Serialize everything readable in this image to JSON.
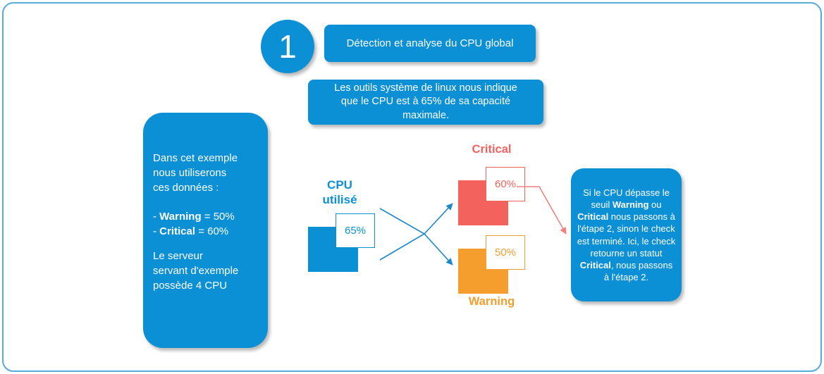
{
  "step": {
    "number": "1",
    "title": "Détection et analyse du CPU global"
  },
  "description": {
    "lines": [
      "Les outils système de linux nous indique",
      "que le CPU est à 65% de sa capacité",
      "maximale."
    ]
  },
  "left_panel": {
    "intro_lines": [
      "Dans cet exemple",
      "nous utiliserons",
      "ces données :"
    ],
    "threshold_lines": [
      [
        {
          "t": "- "
        },
        {
          "t": "Warning",
          "b": true
        },
        {
          "t": " = 50%"
        }
      ],
      [
        {
          "t": "- "
        },
        {
          "t": "Critical",
          "b": true
        },
        {
          "t": " = 60%"
        }
      ]
    ],
    "outro_lines": [
      "Le serveur",
      "servant d'exemple",
      "possède 4 CPU"
    ]
  },
  "cpu": {
    "label": "CPU utilisé",
    "value": "65%"
  },
  "critical": {
    "label": "Critical",
    "value": "60%"
  },
  "warning": {
    "label": "Warning",
    "value": "50%"
  },
  "note": {
    "segments": [
      {
        "t": "Si le CPU dépasse le seuil "
      },
      {
        "t": "Warning",
        "b": true
      },
      {
        "t": " ou "
      },
      {
        "t": "Critical",
        "b": true
      },
      {
        "t": " nous passons à l'étape 2, sinon le check est terminé. Ici, le check retourne un statut "
      },
      {
        "t": "Critical",
        "b": true
      },
      {
        "t": ", nous passons à l'étape 2."
      }
    ]
  },
  "colors": {
    "blue": "#0b90d6",
    "red": "#f4625e",
    "orange": "#f59e2e",
    "arrow": "#1c87cc",
    "arrow_red": "#f4807d",
    "border": "#55abdc"
  }
}
